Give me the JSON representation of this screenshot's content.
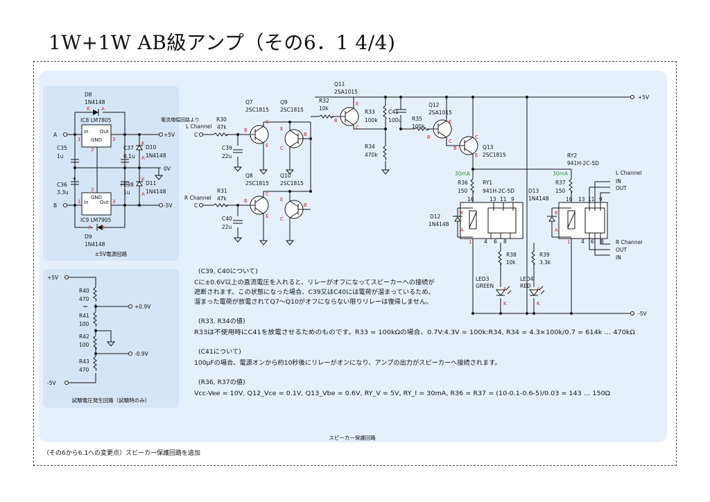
{
  "title": "1W+1W AB級アンプ（その6．1  4/4)",
  "footer_note": "（その6から6.1への変更点）スピーカー保護回路を追加",
  "panels": {
    "power_caption": "±5V電源回路",
    "test_caption": "試験電圧発生回路（試験時のみ）",
    "protect_caption": "スピーカー保護回路"
  },
  "psu": {
    "in_a": "A",
    "in_b": "B",
    "out_p5": "+5V",
    "out_0": "0V",
    "out_m5": "-5V",
    "ic8": "IC8 LM7805",
    "ic9": "IC9 LM7905",
    "pin_in": "In",
    "pin_out": "Out",
    "pin_gnd": "GND",
    "pin1": "1",
    "pin2": "2",
    "pin3": "3",
    "d8": "D8",
    "d8v": "1N4148",
    "d9": "D9",
    "d9v": "1N4148",
    "d10": "D10",
    "d10v": "1N4148",
    "d11": "D11",
    "d11v": "1N4148",
    "c35": "C35",
    "c35v": "1u",
    "c36": "C36",
    "c36v": "3.3u",
    "c37": "C37",
    "c37v": "0.1u",
    "c38": "C38",
    "c38v": "1u",
    "k": "K",
    "a": "A",
    "plus": "+"
  },
  "test": {
    "p5": "+5V",
    "m5": "-5V",
    "v09": "+0.9V",
    "vm09": "-0.9V",
    "r40": "R40",
    "r40v": "470",
    "r41": "R41",
    "r41v": "100",
    "r42": "R42",
    "r42v": "100",
    "r43": "R43",
    "r43v": "470"
  },
  "protect": {
    "rail_p": "+5V",
    "rail_m": "-5V",
    "src": "電流増幅回路より",
    "lch": "L Channel",
    "rch": "R Channel",
    "c": "C",
    "r30": "R30",
    "r30v": "47k",
    "r31": "R31",
    "r31v": "47k",
    "c39": "C39",
    "c39v": "22u",
    "c40": "C40",
    "c40v": "22u",
    "q7": "Q7",
    "q8": "Q8",
    "q9": "Q9",
    "q10": "Q10",
    "q11": "Q11",
    "q12": "Q12",
    "q13": "Q13",
    "t2sc": "2SC1815",
    "t2sa": "2SA1015",
    "r32": "R32",
    "r32v": "10k",
    "r33": "R33",
    "r33v": "100k",
    "c41": "C41",
    "c41v": "100u",
    "r34": "R34",
    "r34v": "470k",
    "r35": "R35",
    "r35v": "100k",
    "r36": "R36",
    "r36v": "150",
    "r37": "R37",
    "r37v": "150",
    "r38": "R38",
    "r38v": "10k",
    "r39": "R39",
    "r39v": "3.3k",
    "ma1": "30mA",
    "ma2": "30mA",
    "ry1": "RY1",
    "ry1v": "941H-2C-5D",
    "ry2": "RY2",
    "ry2v": "941H-2C-5D",
    "d12": "D12",
    "d12v": "1N4148",
    "d13": "D13",
    "d13v": "1N4148",
    "led3": "LED3",
    "led3c": "GREEN",
    "led4": "LED4",
    "led4c": "RED",
    "in": "IN",
    "out": "OUT",
    "pin16": "16",
    "pin13": "13",
    "pin11": "11",
    "pin9": "9",
    "pin1": "1",
    "pin4": "4",
    "pin6": "6",
    "pin8": "8",
    "B": "B",
    "C": "C",
    "E": "E",
    "K": "K",
    "A": "A"
  },
  "notes": {
    "h1": "(C39, C40について)",
    "p1a": "Cに±0.6V以上の直流電圧を入れると、リレーがオフになってスピーカーへの接続が",
    "p1b": "遮断されます。この状態になった場合、C39又はC40には電荷が溜まっているため、",
    "p1c": "溜まった電荷が放電されてQ7〜Q10がオフにならない限りリレーは復帰しません。",
    "h2": "(R33, R34の値)",
    "p2": "R33は不使用時にC41を放電させるためのものです。R33 = 100kΩの場合、0.7V:4.3V = 100k:R34, R34 = 4.3×100k/0.7 = 614k … 470kΩ",
    "h3": "(C41について)",
    "p3": "100μFの場合、電源オンから約10秒後にリレーがオンになり、アンプの出力がスピーカーへ接続されます。",
    "h4": "(R36, R37の値)",
    "p4": "Vcc-Vee = 10V, Q12_Vce = 0.1V, Q13_Vbe = 0.6V, RY_V = 5V, RY_I = 30mA, R36 = R37 = (10-0.1-0.6-5)/0.03 = 143 … 150Ω"
  },
  "colors": {
    "panel": "#e6f0fb",
    "pin": "#d21f1f",
    "current": "#2a9a2a"
  }
}
